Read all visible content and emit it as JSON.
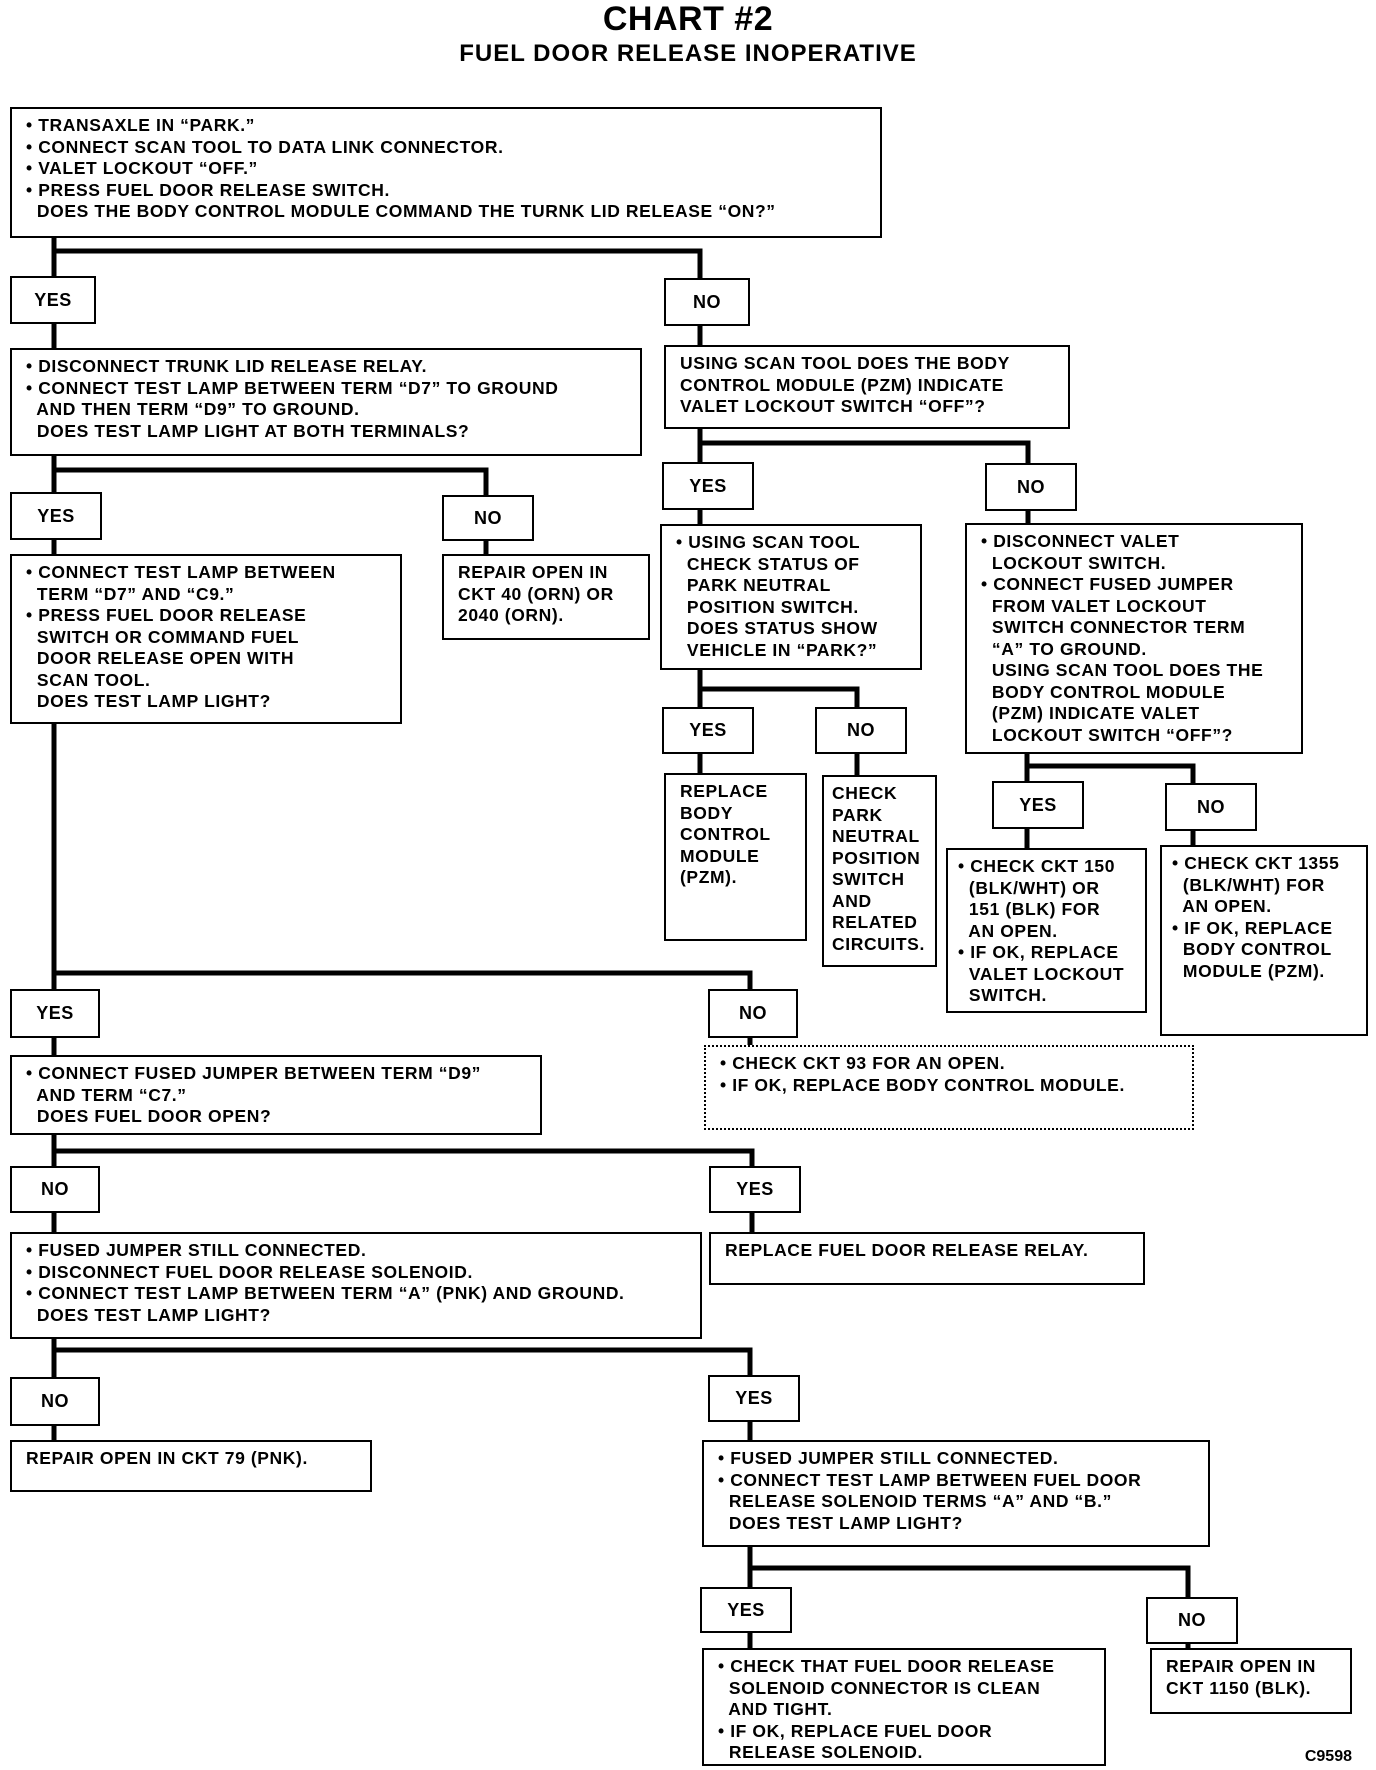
{
  "title": "CHART #2",
  "subtitle": "FUEL DOOR RELEASE INOPERATIVE",
  "figure_code": "C9598",
  "labels": {
    "yes": "YES",
    "no": "NO"
  },
  "nodes": {
    "start": "• TRANSAXLE IN “PARK.”\n• CONNECT SCAN TOOL TO DATA LINK CONNECTOR.\n• VALET LOCKOUT “OFF.”\n• PRESS FUEL DOOR RELEASE SWITCH.\n  DOES THE BODY CONTROL MODULE COMMAND THE TURNK LID RELEASE “ON?”",
    "disconnect_relay": "• DISCONNECT TRUNK LID RELEASE RELAY.\n• CONNECT TEST LAMP BETWEEN TERM “D7” TO GROUND\n  AND THEN TERM “D9” TO GROUND.\n  DOES TEST LAMP LIGHT AT BOTH TERMINALS?",
    "scan_valet": "USING SCAN TOOL DOES THE BODY\nCONTROL MODULE (PZM) INDICATE\nVALET LOCKOUT SWITCH “OFF”?",
    "test_d7_c9": "• CONNECT TEST LAMP BETWEEN\n  TERM “D7” AND “C9.”\n• PRESS FUEL DOOR RELEASE\n  SWITCH OR COMMAND FUEL\n  DOOR RELEASE OPEN WITH\n  SCAN TOOL.\n  DOES TEST LAMP LIGHT?",
    "repair_ckt40": "REPAIR OPEN IN\nCKT 40 (ORN) OR\n2040 (ORN).",
    "park_neutral": "• USING SCAN TOOL\n  CHECK STATUS OF\n  PARK NEUTRAL\n  POSITION SWITCH.\n  DOES STATUS SHOW\n  VEHICLE IN “PARK?”",
    "disconnect_valet": "• DISCONNECT VALET\n  LOCKOUT SWITCH.\n• CONNECT FUSED JUMPER\n  FROM VALET LOCKOUT\n  SWITCH CONNECTOR TERM\n  “A” TO GROUND.\n  USING SCAN TOOL DOES THE\n  BODY CONTROL MODULE\n  (PZM) INDICATE VALET\n  LOCKOUT SWITCH “OFF”?",
    "replace_bcm": "REPLACE\nBODY\nCONTROL\nMODULE\n(PZM).",
    "check_pnp": "CHECK\nPARK\nNEUTRAL\nPOSITION\nSWITCH\nAND\nRELATED\nCIRCUITS.",
    "check_ckt150": "• CHECK CKT 150\n  (BLK/WHT) OR\n  151 (BLK) FOR\n  AN OPEN.\n• IF OK, REPLACE\n  VALET LOCKOUT\n  SWITCH.",
    "check_ckt1355": "• CHECK CKT 1355\n  (BLK/WHT) FOR\n  AN OPEN.\n• IF OK, REPLACE\n  BODY CONTROL\n  MODULE (PZM).",
    "check_ckt93": "• CHECK CKT 93 FOR AN OPEN.\n• IF OK, REPLACE BODY CONTROL MODULE.",
    "jumper_d9_c7": "• CONNECT FUSED JUMPER BETWEEN TERM “D9”\n  AND TERM “C7.”\n  DOES FUEL DOOR OPEN?",
    "jumper_connected": "• FUSED JUMPER STILL CONNECTED.\n• DISCONNECT FUEL DOOR RELEASE SOLENOID.\n• CONNECT TEST LAMP BETWEEN TERM “A” (PNK) AND GROUND.\n  DOES TEST LAMP LIGHT?",
    "replace_relay": "REPLACE FUEL DOOR RELEASE RELAY.",
    "repair_ckt79": "REPAIR OPEN IN CKT 79 (PNK).",
    "solenoid_test": "• FUSED JUMPER STILL CONNECTED.\n• CONNECT TEST LAMP BETWEEN FUEL DOOR\n  RELEASE SOLENOID TERMS “A” AND “B.”\n  DOES TEST LAMP LIGHT?",
    "check_connector": "• CHECK THAT FUEL DOOR RELEASE\n  SOLENOID CONNECTOR IS CLEAN\n  AND TIGHT.\n• IF OK, REPLACE FUEL DOOR\n  RELEASE SOLENOID.",
    "repair_ckt1150": "REPAIR OPEN IN\nCKT 1150 (BLK)."
  }
}
